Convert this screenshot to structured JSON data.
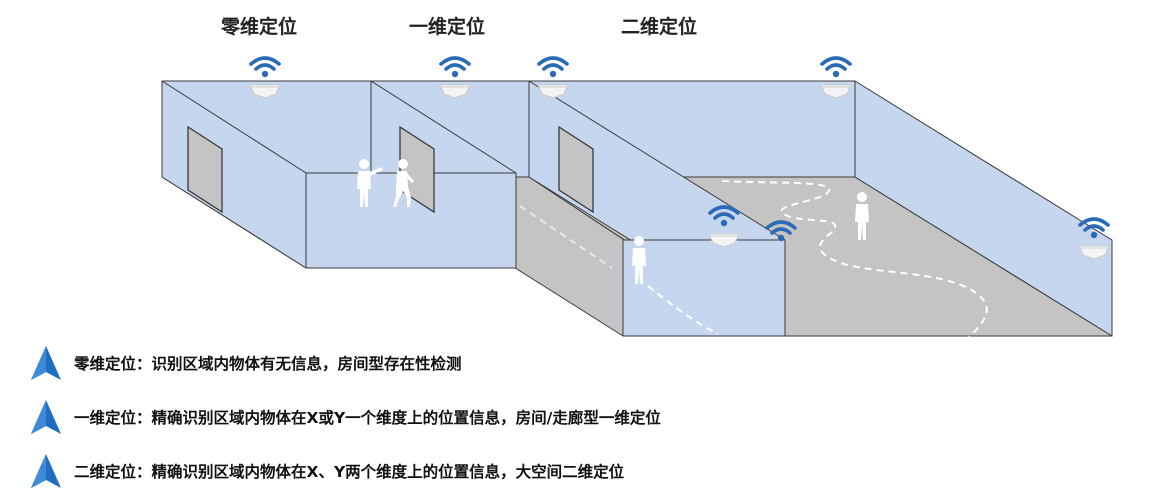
{
  "zones": [
    {
      "title": "零维定位"
    },
    {
      "title": "一维定位"
    },
    {
      "title": "二维定位"
    }
  ],
  "legend": [
    {
      "text": "零维定位：识别区域内物体有无信息，房间型存在性检测",
      "icon": "navigation-arrow-icon"
    },
    {
      "text": "一维定位：精确识别区域内物体在X或Y一个维度上的位置信息，房间/走廊型一维定位",
      "icon": "navigation-arrow-icon"
    },
    {
      "text": "二维定位：精确识别区域内物体在X、Y两个维度上的位置信息，大空间二维定位",
      "icon": "navigation-arrow-icon"
    }
  ],
  "colors": {
    "wall": "#c5d6ee",
    "wall_stroke": "#3a3a3a",
    "floor": "#c4c4c4",
    "wifi": "#2a6ab8",
    "arrow": "#1f6ec2",
    "path": "#ffffff"
  },
  "icons": [
    "wifi-icon",
    "sensor-device-icon",
    "person-icon",
    "door-icon",
    "navigation-arrow-icon"
  ]
}
